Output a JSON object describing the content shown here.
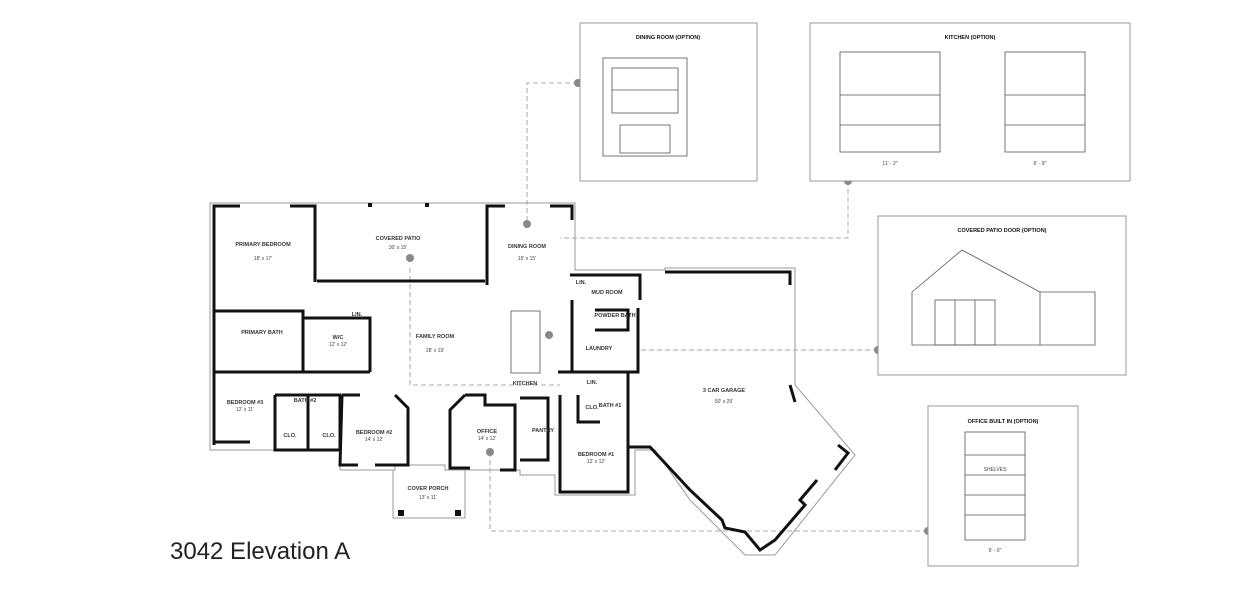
{
  "title": "3042 Elevation A",
  "rooms": {
    "primary_bedroom": {
      "name": "PRIMARY BEDROOM",
      "size": "18' x 17'"
    },
    "covered_patio": {
      "name": "COVERED PATIO",
      "size": "30' x 15'"
    },
    "dining_room": {
      "name": "DINING ROOM",
      "size": "15' x 15'"
    },
    "family_room": {
      "name": "FAMILY ROOM",
      "size": "28' x 19'"
    },
    "wic": {
      "name": "W/C",
      "size": "12' x 12'"
    },
    "primary_bath": {
      "name": "PRIMARY BATH"
    },
    "lin1": {
      "name": "LIN."
    },
    "lin2": {
      "name": "LIN."
    },
    "lin3": {
      "name": "LIN."
    },
    "mud_room": {
      "name": "MUD ROOM"
    },
    "powder_bath": {
      "name": "POWDER BATH"
    },
    "laundry": {
      "name": "LAUNDRY"
    },
    "kitchen": {
      "name": "KITCHEN"
    },
    "clo1": {
      "name": "CLO."
    },
    "clo2": {
      "name": "CLO."
    },
    "clo3": {
      "name": "CLO."
    },
    "bath1": {
      "name": "BATH #1"
    },
    "bath2": {
      "name": "BATH #2"
    },
    "bedroom3": {
      "name": "BEDROOM #3",
      "size": "12' x 11'"
    },
    "bedroom2": {
      "name": "BEDROOM #2",
      "size": "14' x 12'"
    },
    "bedroom1": {
      "name": "BEDROOM #1",
      "size": "12' x 12'"
    },
    "office": {
      "name": "OFFICE",
      "size": "14' x 12'"
    },
    "pantry": {
      "name": "PANTRY"
    },
    "cover_porch": {
      "name": "COVER PORCH",
      "size": "13' x 11'"
    },
    "garage": {
      "name": "3 CAR GARAGE",
      "size": "50' x 29'"
    }
  },
  "options": {
    "dining": {
      "title": "DINING ROOM (OPTION)"
    },
    "kitchen": {
      "title": "KITCHEN (OPTION)",
      "dims": [
        "11' - 2\"",
        "6' - 9\""
      ]
    },
    "patio_door": {
      "title": "COVERED PATIO DOOR (OPTION)"
    },
    "office": {
      "title": "OFFICE BUILT IN (OPTION)",
      "note": "SHELVES",
      "dim": "6' - 0\""
    }
  },
  "colors": {
    "walls": "#111111",
    "marker": "#888888",
    "dashed": "#aaaaaa"
  }
}
